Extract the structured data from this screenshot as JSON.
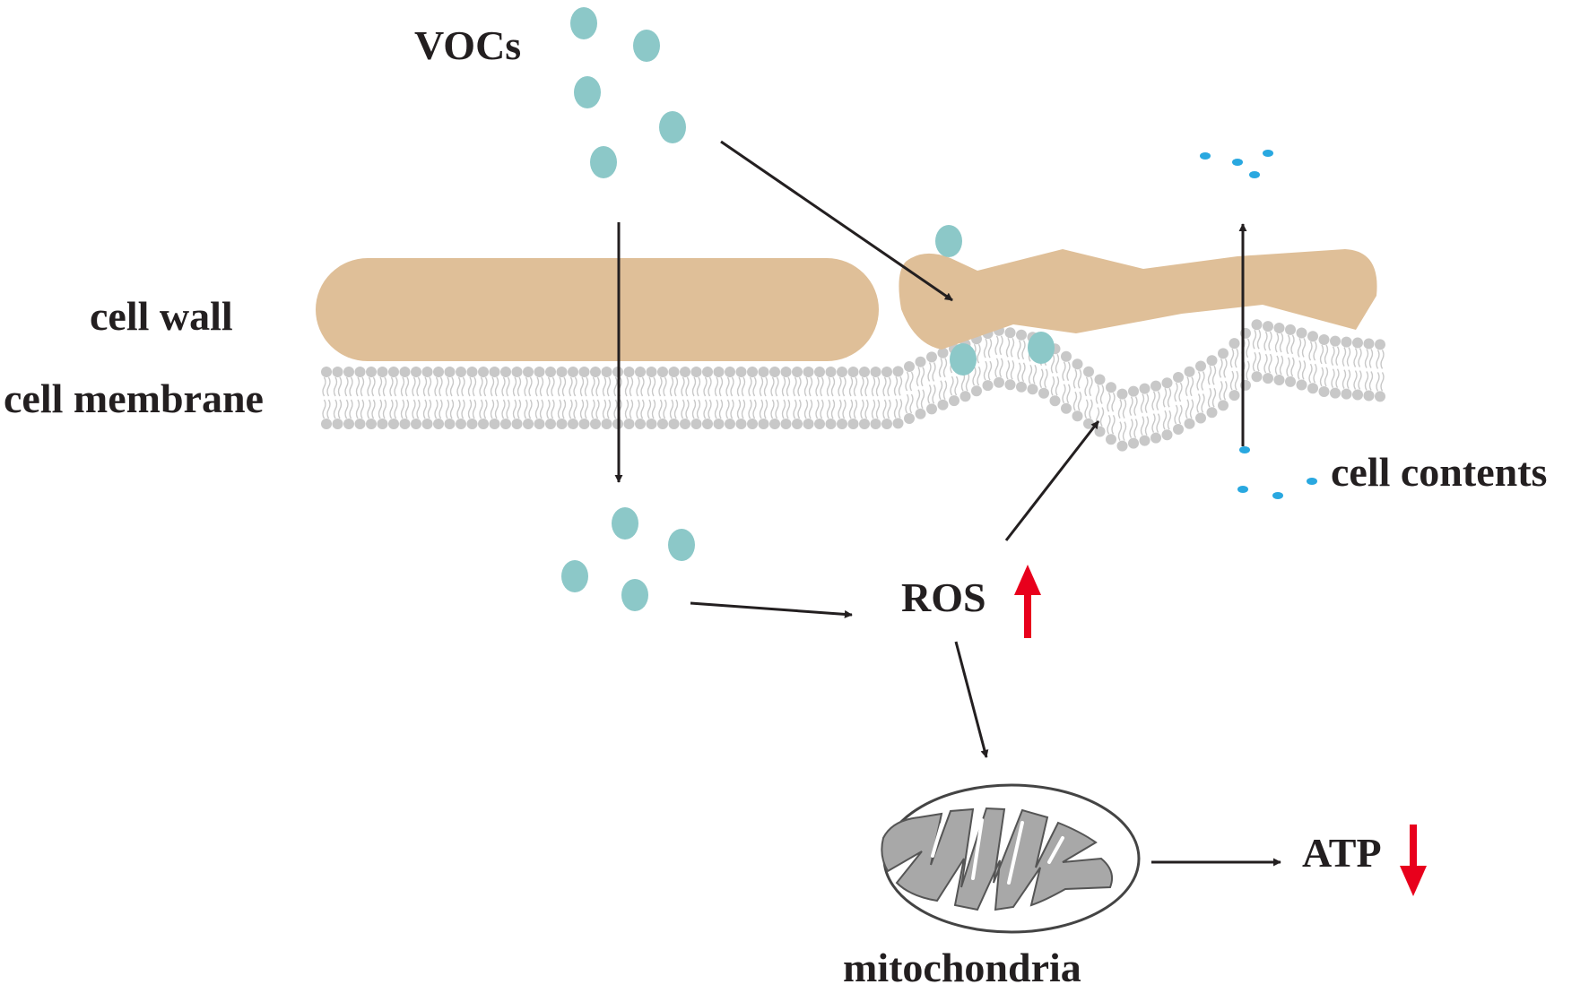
{
  "labels": {
    "vocs": "VOCs",
    "cell_wall": "cell wall",
    "cell_membrane": "cell membrane",
    "cell_contents": "cell contents",
    "ros": "ROS",
    "mitochondria": "mitochondria",
    "atp": "ATP"
  },
  "indicators": {
    "ros_change": "increase",
    "atp_change": "decrease"
  },
  "colors": {
    "cell_wall": "#dfbf98",
    "membrane": "#c8c8c8",
    "voc_particle": "#8cc8c8",
    "cell_content_dot": "#29a8e0",
    "arrow": "#231f20",
    "indicator_arrow": "#e8001c",
    "mitochondrion_fill": "#a8a8a8",
    "text": "#231f20"
  }
}
